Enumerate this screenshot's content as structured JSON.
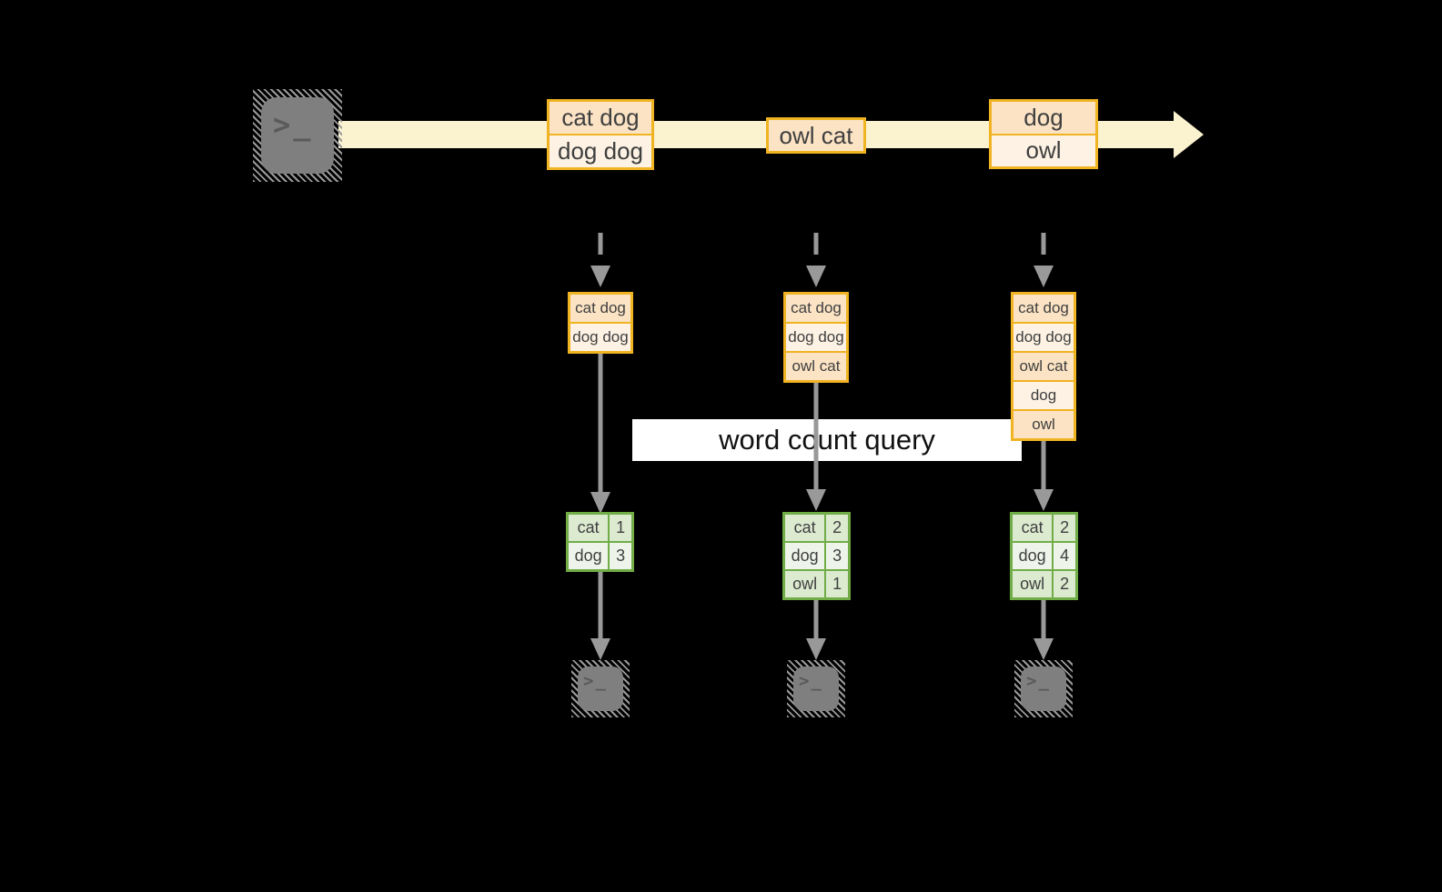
{
  "colors": {
    "background": "#000000",
    "amber_border": "#f0b322",
    "peach_fill": "#fbe3c4",
    "cream_fill": "#fdf2e3",
    "stream_band": "#fbf2d0",
    "green_border": "#70ad47",
    "green_row_dark": "#dcead0",
    "green_row_light": "#eef4e9",
    "connector_gray": "#999999",
    "terminal_gray": "#7f7f7f",
    "query_band_bg": "#ffffff"
  },
  "terminal_glyph": ">_",
  "stream": {
    "messages": [
      {
        "rows": [
          "cat dog",
          "dog dog"
        ]
      },
      {
        "rows": [
          "owl cat"
        ]
      },
      {
        "rows": [
          "dog",
          "owl"
        ]
      }
    ]
  },
  "query": {
    "label": "word count query"
  },
  "columns": [
    {
      "state_rows": [
        "cat dog",
        "dog dog"
      ],
      "counts": [
        {
          "word": "cat",
          "count": "1"
        },
        {
          "word": "dog",
          "count": "3"
        }
      ]
    },
    {
      "state_rows": [
        "cat dog",
        "dog dog",
        "owl cat"
      ],
      "counts": [
        {
          "word": "cat",
          "count": "2"
        },
        {
          "word": "dog",
          "count": "3"
        },
        {
          "word": "owl",
          "count": "1"
        }
      ]
    },
    {
      "state_rows": [
        "cat dog",
        "dog dog",
        "owl cat",
        "dog",
        "owl"
      ],
      "counts": [
        {
          "word": "cat",
          "count": "2"
        },
        {
          "word": "dog",
          "count": "4"
        },
        {
          "word": "owl",
          "count": "2"
        }
      ]
    }
  ]
}
